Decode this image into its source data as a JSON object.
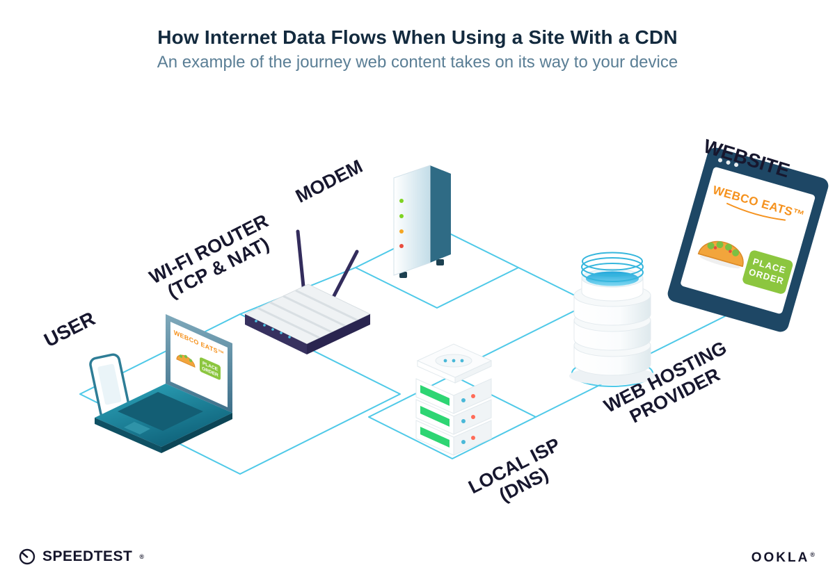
{
  "header": {
    "title": "How Internet Data Flows When Using a Site With a CDN",
    "subtitle": "An example of the journey web content takes on its way to your device"
  },
  "diagram": {
    "labels": {
      "user": "USER",
      "wifi_router": [
        "WI-FI ROUTER",
        "(TCP & NAT)"
      ],
      "modem": "MODEM",
      "website": "WEBSITE",
      "web_hosting": [
        "WEB HOSTING",
        "PROVIDER"
      ],
      "local_isp": [
        "LOCAL ISP",
        "(DNS)"
      ]
    }
  },
  "website_card": {
    "brand": "WEBCO EATS™",
    "button": [
      "PLACE",
      "ORDER"
    ]
  },
  "laptop_card": {
    "brand": "WEBCO EATS™",
    "button": [
      "PLACE",
      "ORDER"
    ]
  },
  "footer": {
    "speedtest_label": "SPEEDTEST",
    "speedtest_mark": "®",
    "ookla_label": "OOKLA",
    "ookla_mark": "®"
  },
  "colors": {
    "accent_cyan": "#4EC9E8",
    "brand_orange": "#F5921E",
    "button_green": "#8CC63F",
    "led_green": "#2ED573",
    "navy_frame": "#1E4765",
    "label_ink": "#17172E"
  }
}
